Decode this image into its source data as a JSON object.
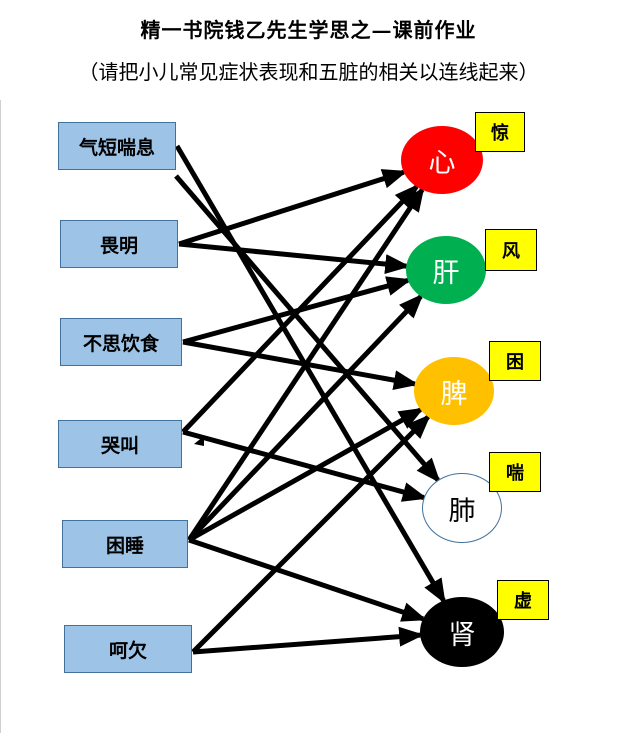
{
  "title": "精一书院钱乙先生学思之—课前作业",
  "subtitle": "（请把小儿常见症状表现和五脏的相关以连线起来）",
  "symptoms": [
    {
      "id": "s1",
      "label": "气短喘息"
    },
    {
      "id": "s2",
      "label": "畏明"
    },
    {
      "id": "s3",
      "label": "不思饮食"
    },
    {
      "id": "s4",
      "label": "哭叫"
    },
    {
      "id": "s5",
      "label": "困睡"
    },
    {
      "id": "s6",
      "label": "呵欠"
    }
  ],
  "organs": [
    {
      "id": "heart",
      "label": "心",
      "color": "#ff0000",
      "text_color": "#ffffff",
      "tag": "惊"
    },
    {
      "id": "liver",
      "label": "肝",
      "color": "#00b050",
      "text_color": "#ffffff",
      "tag": "风"
    },
    {
      "id": "spleen",
      "label": "脾",
      "color": "#ffc000",
      "text_color": "#ffffff",
      "tag": "困"
    },
    {
      "id": "lung",
      "label": "肺",
      "color": "#ffffff",
      "text_color": "#000000",
      "tag": "喘"
    },
    {
      "id": "kidney",
      "label": "肾",
      "color": "#000000",
      "text_color": "#ffffff",
      "tag": "虚"
    }
  ],
  "connections": [
    {
      "from": "s1",
      "to": "kidney"
    },
    {
      "from": "s1",
      "to": "lung"
    },
    {
      "from": "s2",
      "to": "heart"
    },
    {
      "from": "s2",
      "to": "liver"
    },
    {
      "from": "s3",
      "to": "liver"
    },
    {
      "from": "s3",
      "to": "spleen"
    },
    {
      "from": "s4",
      "to": "heart"
    },
    {
      "from": "s4",
      "to": "lung"
    },
    {
      "from": "s5",
      "to": "heart"
    },
    {
      "from": "s5",
      "to": "liver"
    },
    {
      "from": "s5",
      "to": "spleen"
    },
    {
      "from": "s5",
      "to": "kidney"
    },
    {
      "from": "s6",
      "to": "spleen"
    },
    {
      "from": "s6",
      "to": "kidney"
    }
  ]
}
